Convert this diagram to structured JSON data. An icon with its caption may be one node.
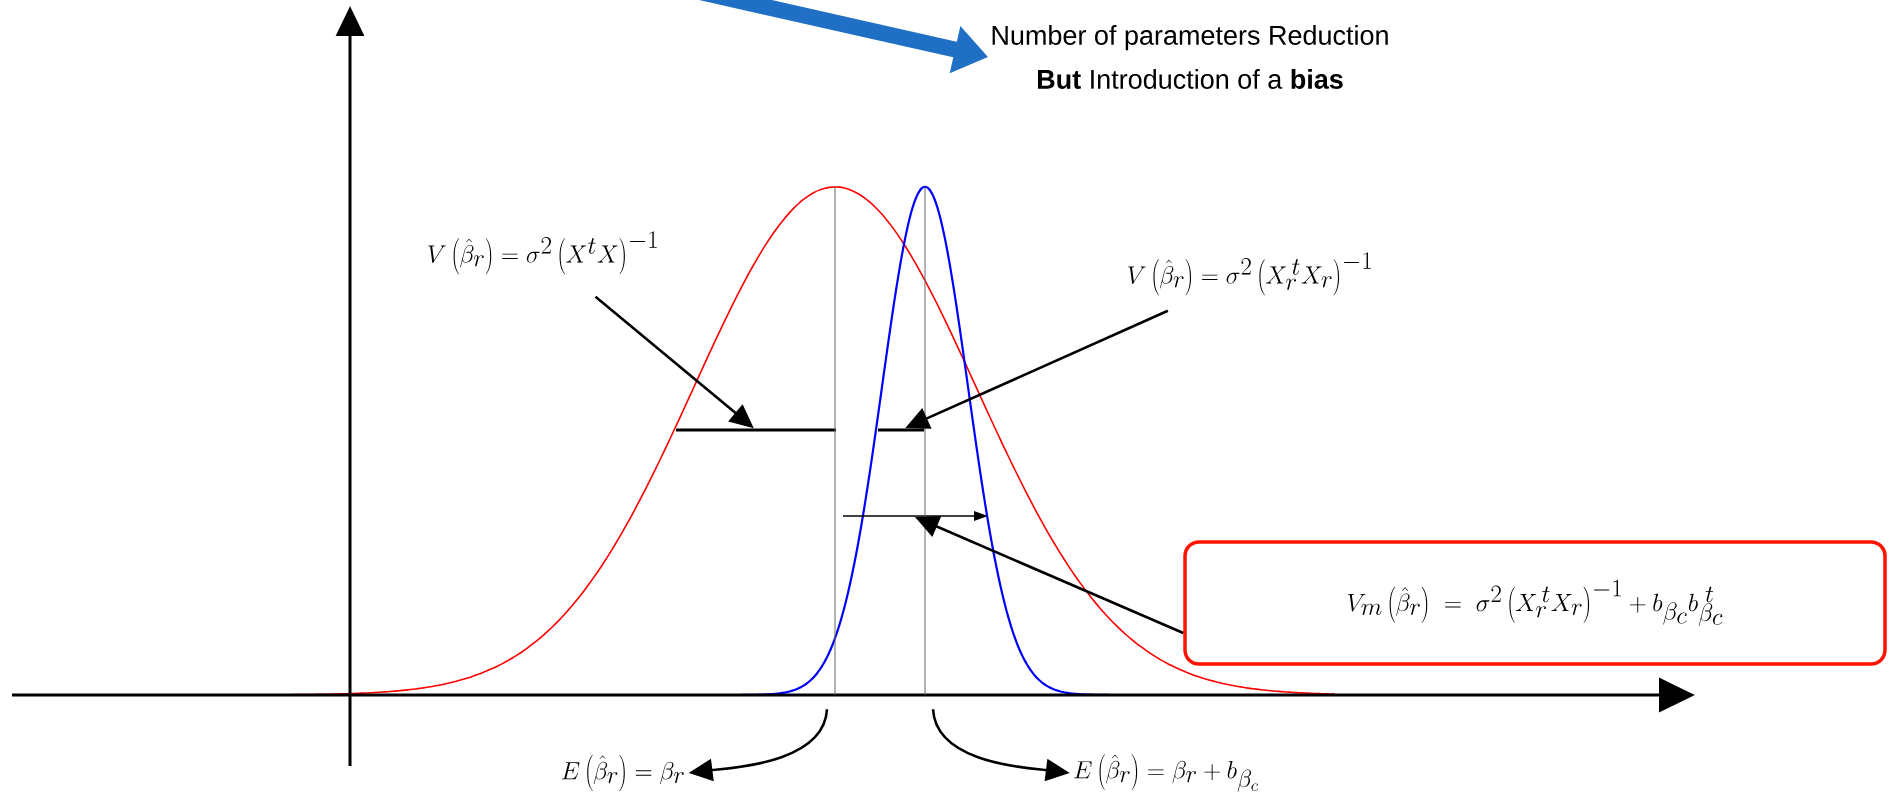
{
  "diagram": {
    "nodes": [
      {
        "text": [
          "Number of parameters Reduction",
          "**But** Introduction of a **bias**"
        ]
      },
      {
        "text": [
          "V\\left(\\hat{\\beta}_r\\right)=\\sigma^2\\left(X^t X\\right)^{-1}"
        ]
      },
      {
        "text": [],
        "shape": "bar"
      },
      {
        "text": [
          "V\\left(\\hat{\\beta}_r\\right)=\\sigma^2\\left(X_r^{\\,t} X_r\\right)^{-1}"
        ]
      },
      {
        "text": [],
        "shape": "bar"
      },
      {
        "text": [
          "V_m\\left(\\hat{\\beta}_r\\right)\\;=\\;\\sigma^2\\left(X_r^{\\,t} X_r\\right)^{-1}+b_{\\beta_c}b_{\\beta_c}^{\\;t}"
        ]
      },
      {
        "text": [],
        "shape": "bar"
      },
      {
        "text": [
          "E\\left(\\hat{\\beta}_r\\right)=\\beta_r"
        ]
      },
      {
        "text": [
          "E\\left(\\hat{\\beta}_r\\right)=\\beta_r+b_{\\beta_c}"
        ]
      },
      {
        "text": [],
        "shape": "bar"
      },
      {
        "text": [],
        "shape": "bar"
      }
    ],
    "edges": [
      {
        "from": null,
        "to": 0,
        "arrow": "to",
        "style": "thick",
        "color": "#1f6fc5"
      },
      {
        "from": 1,
        "to": 2,
        "arrow": "to"
      },
      {
        "from": 3,
        "to": 4,
        "arrow": "to"
      },
      {
        "from": 5,
        "to": 6,
        "arrow": "to"
      },
      {
        "from": 9,
        "to": 7,
        "arrow": "to"
      },
      {
        "from": 10,
        "to": 8,
        "arrow": "to"
      }
    ]
  }
}
